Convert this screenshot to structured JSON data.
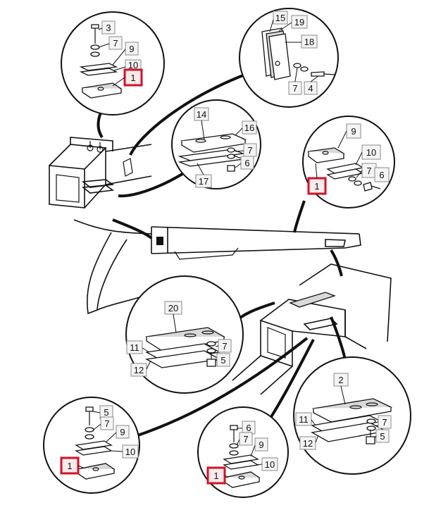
{
  "colors": {
    "highlight": "#d1132a",
    "line": "#111111",
    "tag_fill": "#f4f4f4"
  },
  "callouts": [
    {
      "id": "top-left",
      "labels": [
        "3",
        "7",
        "9",
        "10",
        "1"
      ],
      "highlighted": "1"
    },
    {
      "id": "top-right",
      "labels": [
        "15",
        "19",
        "18",
        "7",
        "4"
      ]
    },
    {
      "id": "mid-left",
      "labels": [
        "14",
        "16",
        "7",
        "6",
        "17"
      ]
    },
    {
      "id": "mid-right",
      "labels": [
        "9",
        "10",
        "7",
        "6",
        "1"
      ],
      "highlighted": "1"
    },
    {
      "id": "center",
      "labels": [
        "20",
        "11",
        "7",
        "5",
        "12"
      ]
    },
    {
      "id": "bottom-left",
      "labels": [
        "5",
        "7",
        "9",
        "10",
        "1"
      ],
      "highlighted": "1"
    },
    {
      "id": "bottom-mid",
      "labels": [
        "6",
        "7",
        "9",
        "10",
        "1"
      ],
      "highlighted": "1"
    },
    {
      "id": "bottom-right",
      "labels": [
        "2",
        "11",
        "7",
        "12",
        "5"
      ]
    }
  ]
}
